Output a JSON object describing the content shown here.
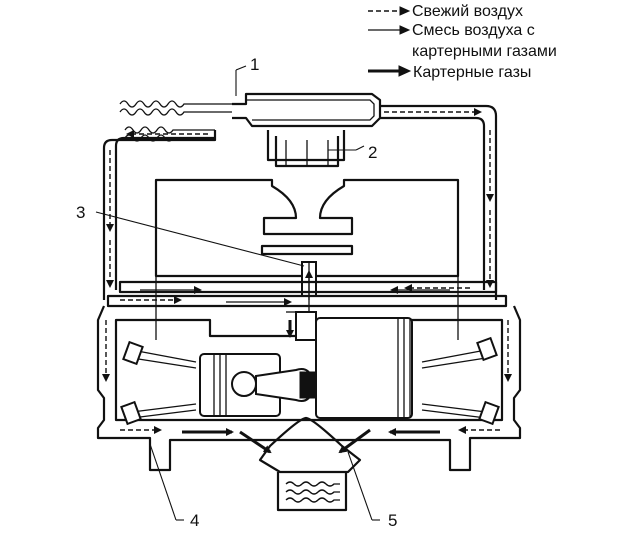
{
  "legend": {
    "fresh_air": "Свежий воздух",
    "mixture_line1": "Смесь воздуха с",
    "mixture_line2": "картерными газами",
    "crankcase_gases": "Картерные газы"
  },
  "callouts": {
    "c1": "1",
    "c2": "2",
    "c3": "3",
    "c4": "4",
    "c5": "5"
  }
}
